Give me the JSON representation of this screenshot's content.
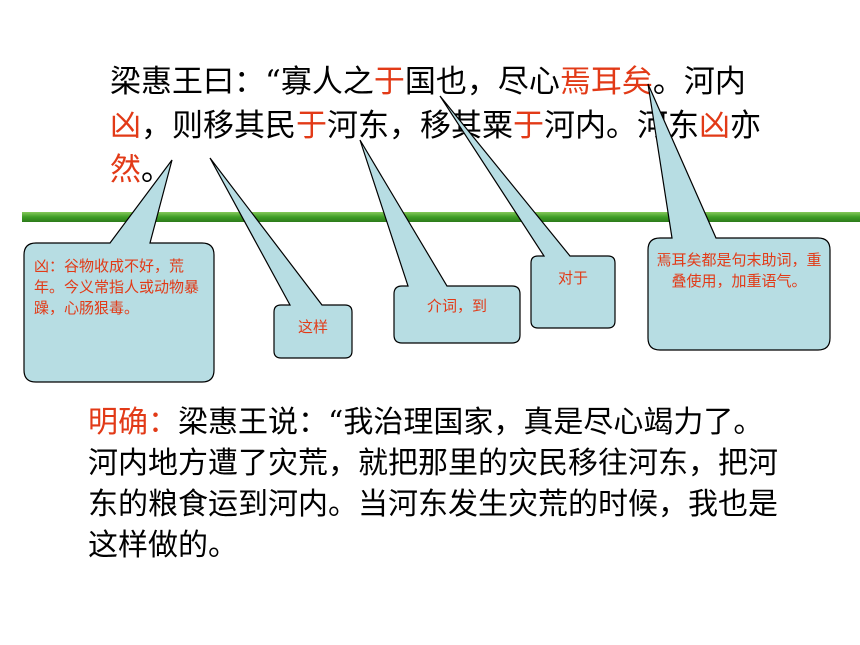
{
  "original": {
    "segments": [
      {
        "text": "梁惠王曰：“寡人之",
        "hl": false
      },
      {
        "text": "于",
        "hl": true
      },
      {
        "text": "国也，尽心",
        "hl": false
      },
      {
        "text": "焉耳矣",
        "hl": true
      },
      {
        "text": "。河内",
        "hl": false
      },
      {
        "text": "凶",
        "hl": true
      },
      {
        "text": "，则移其民",
        "hl": false
      },
      {
        "text": "于",
        "hl": true
      },
      {
        "text": "河东，移其粟",
        "hl": false
      },
      {
        "text": "于",
        "hl": true
      },
      {
        "text": "河内。河东",
        "hl": false
      },
      {
        "text": "凶",
        "hl": true
      },
      {
        "text": "亦",
        "hl": false
      },
      {
        "text": "然",
        "hl": true
      },
      {
        "text": "。",
        "hl": false
      }
    ]
  },
  "callouts": {
    "xiong": "凶：谷物收成不好，荒年。今义常指人或动物暴躁，心肠狠毒。",
    "ran": "这样",
    "yu_to": "介词，到",
    "yu_for": "对于",
    "yan_er_yi": "焉耳矣都是句末助词，重叠使用，加重语气。"
  },
  "answer": {
    "label": "明确：",
    "text": "梁惠王说：“我治理国家，真是尽心竭力了。河内地方遭了灾荒，就把那里的灾民移往河东，把河东的粮食运到河内。当河东发生灾荒的时候，我也是这样做的。"
  },
  "colors": {
    "highlight": "#e23a17",
    "callout_fill": "#b7dde3",
    "divider": "#3f9d26"
  }
}
